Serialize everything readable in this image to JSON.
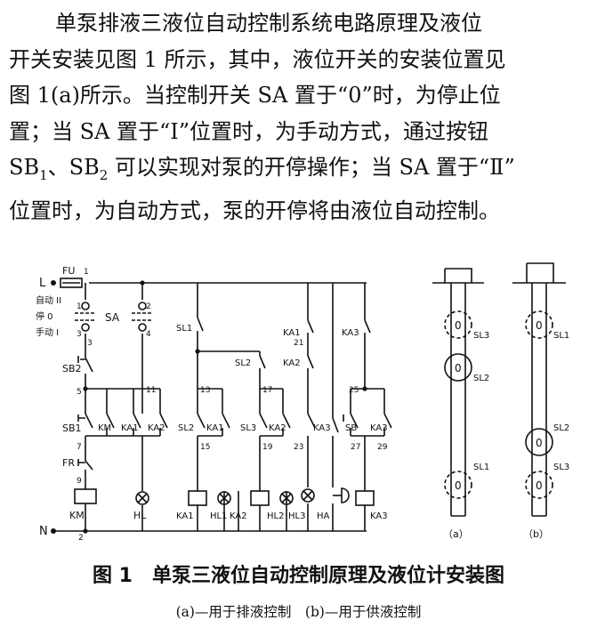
{
  "paragraph": {
    "line1": "单泵排液三液位自动控制系统电路原理及液位",
    "line2": "开关安装见图 1 所示，其中，液位开关的安装位置见",
    "line3": "图 1(a)所示。当控制开关 SA 置于“0”时，为停止位",
    "line4": "置；当 SA 置于“Ⅰ”位置时，为手动方式，通过按钮",
    "line5_sb1": "SB",
    "line5_sub1": "1",
    "line5_mid": "、SB",
    "line5_sub2": "2",
    "line5_rest": " 可以实现对泵的开停操作；当 SA 置于“Ⅱ”",
    "line6": "位置时，为自动方式，泵的开停将由液位自动控制。"
  },
  "circuit": {
    "L": "L",
    "N": "N",
    "FU": "FU",
    "SA": "SA",
    "mode_auto": "自动 II",
    "mode_stop": "停 0",
    "mode_manual": "手动 I",
    "SB2": "SB2",
    "SB1": "SB1",
    "SB": "SB",
    "FR": "FR",
    "SL1": "SL1",
    "SL2": "SL2",
    "SL3": "SL3",
    "KA1": "KA1",
    "KA2": "KA2",
    "KA3": "KA3",
    "KM": "KM",
    "HL": "HL",
    "HL1": "HL1",
    "HL2": "HL2",
    "HL3": "HL3",
    "HA": "HA",
    "nodes": {
      "n1": "1",
      "n2": "2",
      "n3": "3",
      "n5": "5",
      "n7": "7",
      "n9": "9",
      "n11": "11",
      "n13": "13",
      "n15": "15",
      "n17": "17",
      "n19": "19",
      "n21": "21",
      "n23": "23",
      "n25": "25",
      "n27": "27",
      "n29": "29",
      "c1": "1",
      "c2": "2",
      "c3": "3",
      "c4": "4"
    }
  },
  "installation": {
    "float_label": "0",
    "label_a": "（a）",
    "label_b": "（b）"
  },
  "caption": {
    "title": "图 1　单泵三液位自动控制原理及液位计安装图",
    "subtitle": "(a)—用于排液控制　(b)—用于供液控制"
  }
}
